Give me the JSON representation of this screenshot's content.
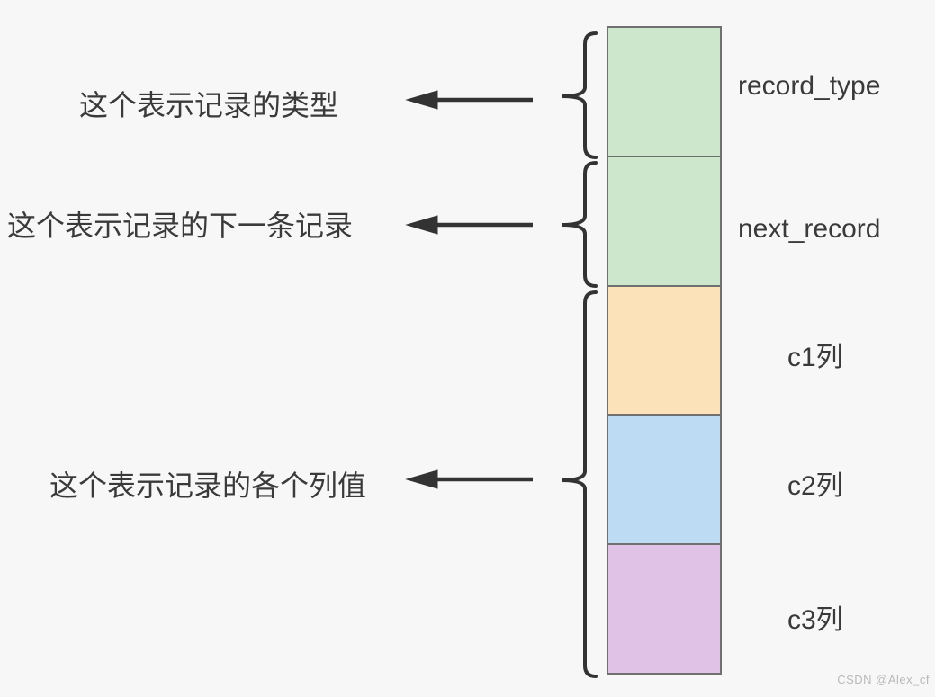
{
  "diagram": {
    "background": "#f7f7f8",
    "stroke_color": "#333333",
    "border_color": "#707070",
    "text_color": "#3a3a3a",
    "blocks": [
      {
        "label": "record_type",
        "fill": "#cde7cd"
      },
      {
        "label": "next_record",
        "fill": "#cde7cd"
      },
      {
        "label": "c1列",
        "fill": "#fce2b8"
      },
      {
        "label": "c2列",
        "fill": "#bddcf4"
      },
      {
        "label": "c3列",
        "fill": "#e0c2e7"
      }
    ],
    "annotations": [
      {
        "text": "这个表示记录的类型"
      },
      {
        "text": "这个表示记录的下一条记录"
      },
      {
        "text": "这个表示记录的各个列值"
      }
    ],
    "watermark": "CSDN @Alex_cf"
  }
}
